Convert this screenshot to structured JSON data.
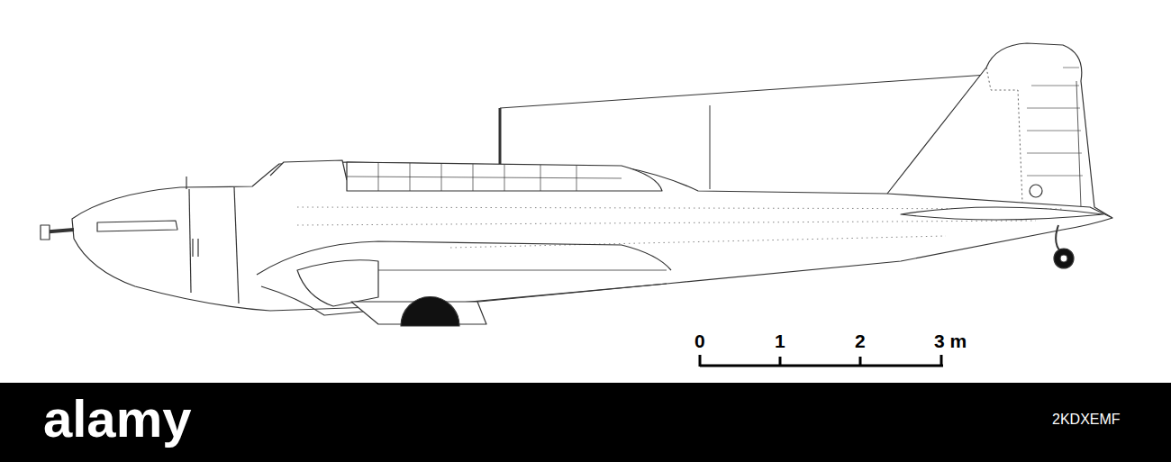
{
  "diagram": {
    "labels": [
      "0",
      "1",
      "2",
      "3 m",
      "alamy",
      "2KDXEMF"
    ]
  }
}
